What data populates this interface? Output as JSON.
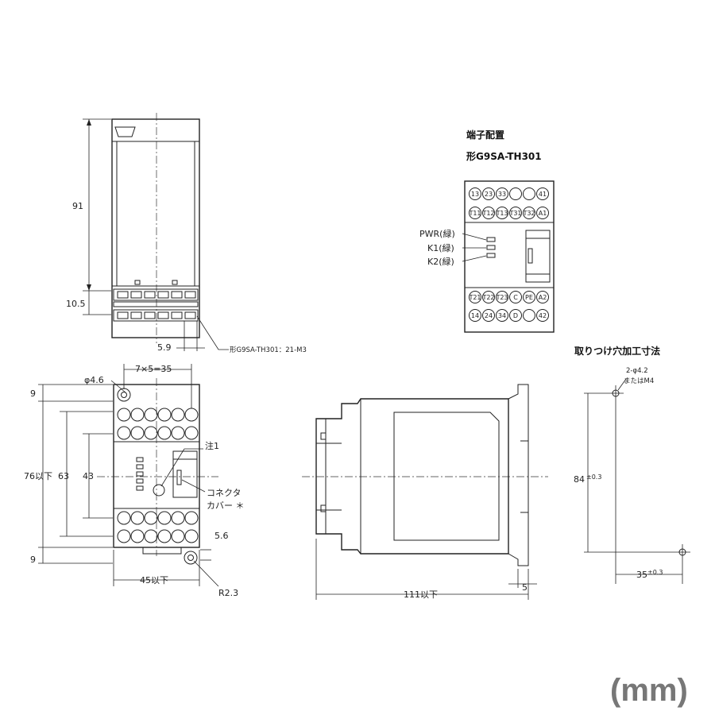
{
  "top_view": {
    "height_main": "91",
    "height_terminal": "10.5",
    "pitch": "5.9",
    "screw_note": "形G9SA-TH301：21-M3"
  },
  "terminal_layout": {
    "title": "端子配置",
    "model": "形G9SA-TH301",
    "row1": [
      "13",
      "23",
      "33",
      "",
      "",
      "41"
    ],
    "row2": [
      "T11",
      "T12",
      "T13",
      "T31",
      "T32",
      "A1"
    ],
    "row3": [
      "T21",
      "T22",
      "T23",
      "C",
      "PE",
      "A2"
    ],
    "row4": [
      "14",
      "24",
      "34",
      "D",
      "",
      "42"
    ],
    "led_pwr": "PWR(緑)",
    "led_k1": "K1(緑)",
    "led_k2": "K2(緑)"
  },
  "front_view": {
    "hole": "φ4.6",
    "pitch_total": "7×5=35",
    "top_margin": "9",
    "height_total": "76以下",
    "height_63": "63",
    "height_43": "43",
    "bottom_margin": "9",
    "width": "45以下",
    "slot_5_6": "5.6",
    "radius": "R2.3",
    "note1": "注1",
    "connector_1": "コネクタ",
    "connector_2": "カバー ＊"
  },
  "side_view": {
    "depth": "111以下",
    "rail": "5"
  },
  "mounting": {
    "title": "取りつけ穴加工寸法",
    "hole_1": "2-φ4.2",
    "hole_2": "またはM4",
    "vertical": "84",
    "vertical_tol": "±0.3",
    "horizontal": "35",
    "horizontal_tol": "±0.3"
  },
  "unit": "(mm)"
}
